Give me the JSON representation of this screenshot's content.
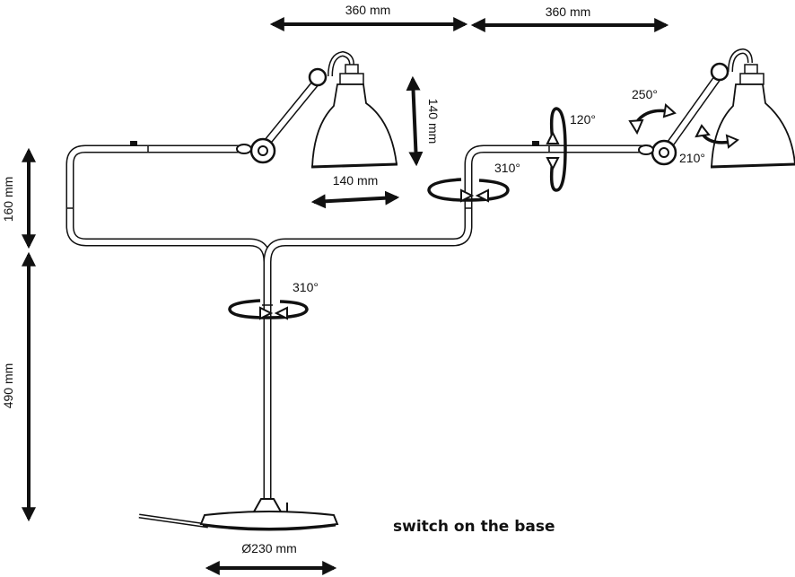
{
  "title": "Lamp dimensions diagram",
  "colors": {
    "line": "#111111",
    "background": "#ffffff"
  },
  "dimensions": {
    "arm_left": "360 mm",
    "arm_right": "360 mm",
    "shade_height": "140 mm",
    "shade_width": "140 mm",
    "upper_height": "160 mm",
    "stem_height": "490 mm",
    "base_diameter": "Ø230 mm"
  },
  "rotations": {
    "stem": "310°",
    "elbow": "310°",
    "arm_axis": "120°",
    "joint_upper": "250°",
    "joint_shade": "210°"
  },
  "note": "switch on the base"
}
